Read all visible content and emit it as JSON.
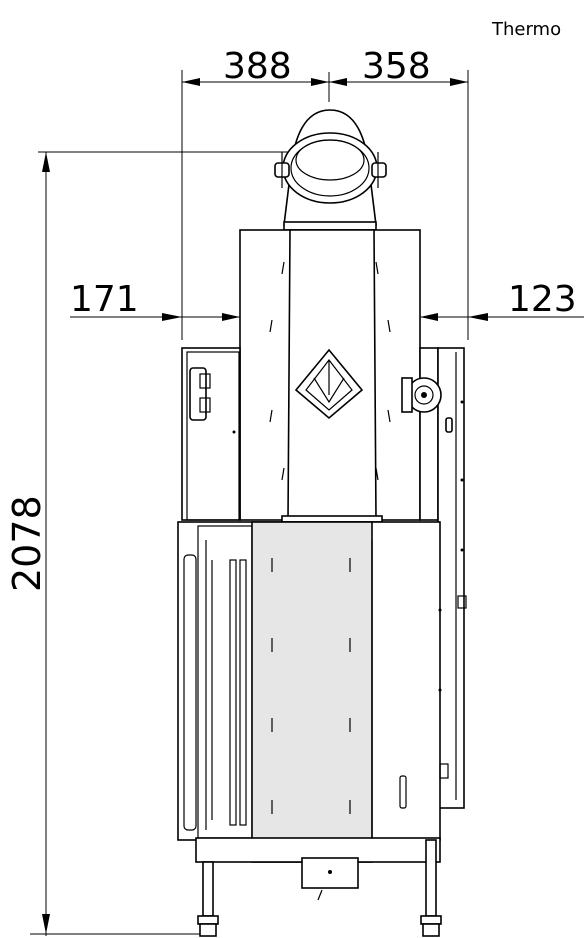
{
  "header": {
    "label": "Thermo"
  },
  "dimensions": {
    "top_left_width": "388",
    "top_right_width": "358",
    "side_left_offset": "171",
    "side_right_offset": "123",
    "total_height": "2078"
  },
  "colors": {
    "line": "#000000",
    "panel_fill": "#e6e6e6",
    "background": "#ffffff"
  },
  "icons": {
    "logo": "diamond-logo-icon"
  }
}
